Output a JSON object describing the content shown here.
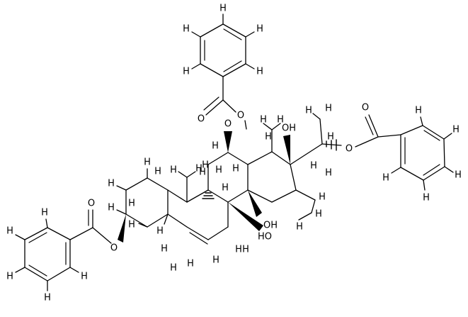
{
  "molecule": {
    "labels": {
      "hydrogen": "H",
      "oxygen": "O",
      "hydroxyl": "OH",
      "hydroxyl_alt": "HO"
    }
  }
}
